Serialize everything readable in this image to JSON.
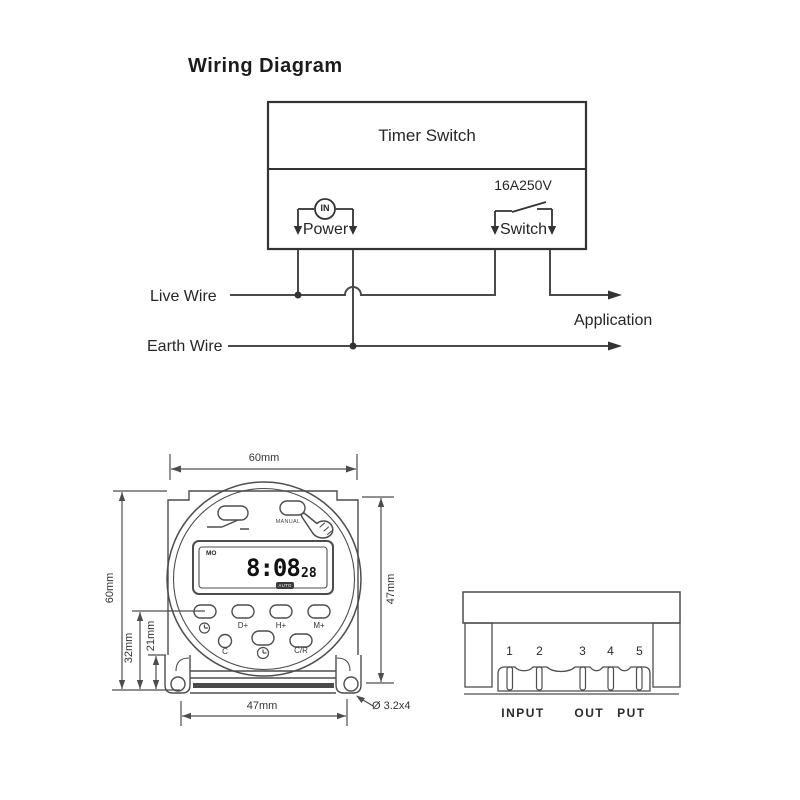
{
  "colors": {
    "ink": "#3a3a3a",
    "text": "#262626"
  },
  "title": "Wiring Diagram",
  "wiring": {
    "box_title": "Timer Switch",
    "rating": "16A250V",
    "power": {
      "terminal": "IN",
      "label": "Power"
    },
    "switch_label": "Switch",
    "live_wire_label": "Live Wire",
    "earth_wire_label": "Earth Wire",
    "application_label": "Application"
  },
  "device": {
    "manual_label": "MANUAL",
    "lcd": {
      "day": "MO",
      "time": "8:08",
      "seconds": "28",
      "mode": "AUTO"
    },
    "buttons_row1": [
      "D+",
      "H+",
      "M+"
    ],
    "buttons_row2": {
      "reset": "C",
      "cancel_recall": "C/R"
    },
    "dimensions": {
      "width_top": "60mm",
      "height_left": "60mm",
      "offset_mid": "32mm",
      "offset_low": "21mm",
      "height_right": "47mm",
      "hole_span": "47mm",
      "screw_note": "Ø 3.2x4"
    }
  },
  "connector": {
    "terminals": [
      "1",
      "2",
      "3",
      "4",
      "5"
    ],
    "input_label": "INPUT",
    "output_label": "OUT PUT"
  }
}
